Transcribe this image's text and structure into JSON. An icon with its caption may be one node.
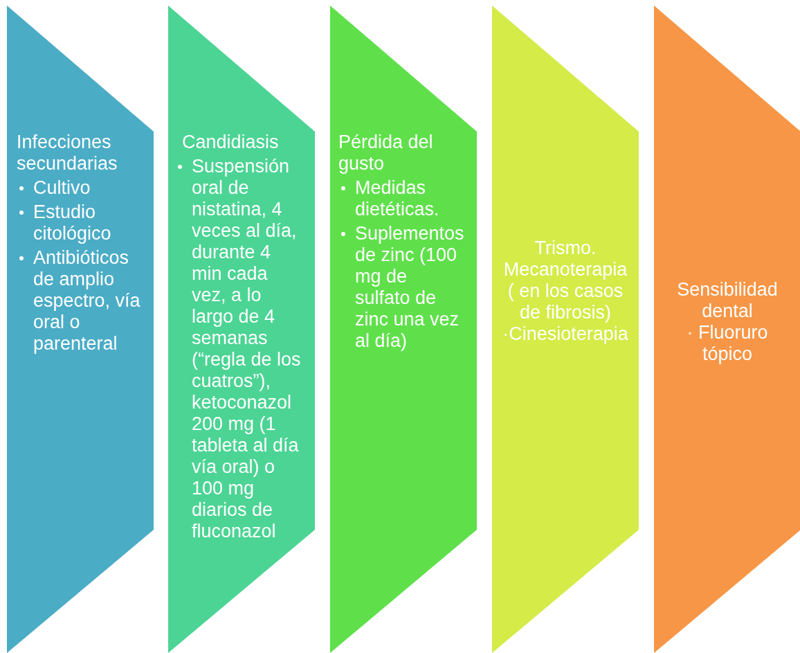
{
  "diagram": {
    "nodes": [
      {
        "text": [
          "Infecciones secundarias",
          "Cultivo",
          "Estudio citológico",
          "Antibióticos de amplio espectro, vía oral o parenteral"
        ]
      },
      {
        "text": [
          "Candidiasis",
          "Suspensión oral de nistatina, 4 veces al día, durante 4 min cada vez, a lo largo de 4 semanas (“regla de los cuatros”), ketoconazol 200 mg (1 tableta al día vía oral) o 100 mg diarios de fluconazol"
        ]
      },
      {
        "text": [
          "Pérdida del gusto",
          "Medidas dietéticas.",
          "Suplementos de zinc (100 mg de sulfato de zinc una vez al día)"
        ]
      },
      {
        "text": [
          "Trismo. Mecanoterapia ( en los casos de fibrosis)",
          "·Cinesioterapia"
        ]
      },
      {
        "text": [
          "Sensibilidad dental",
          "· Fluoruro tópico"
        ]
      }
    ]
  }
}
